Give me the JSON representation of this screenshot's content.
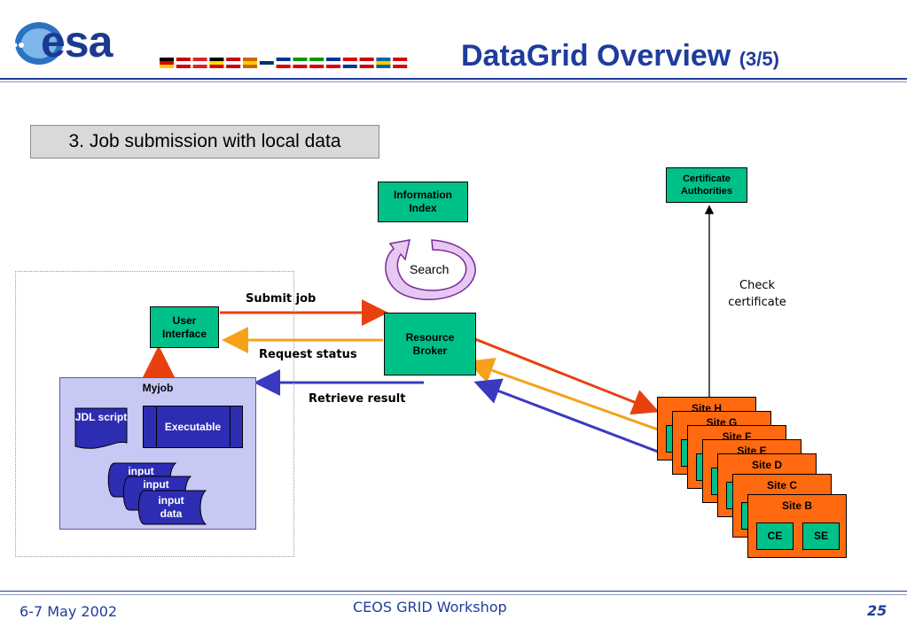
{
  "header": {
    "logo_text": "esa",
    "title": "DataGrid Overview",
    "title_suffix": "(3/5)"
  },
  "subtitle": "3. Job submission with local data",
  "diagram": {
    "information_index": "Information Index",
    "search": "Search",
    "certificate_authorities": "Certificate Authorities",
    "check_certificate": "Check certificate",
    "user_interface": "User Interface",
    "resource_broker": "Resource Broker",
    "submit_job": "Submit job",
    "request_status": "Request status",
    "retrieve_result": "Retrieve result",
    "myjob": {
      "title": "Myjob",
      "jdl_script": "JDL script",
      "executable": "Executable",
      "input_1": "input",
      "input_2": "input",
      "input_data": "input data"
    },
    "sites": [
      "Site H",
      "Site G",
      "Site F",
      "Site E",
      "Site D",
      "Site C",
      "Site B"
    ],
    "ce": "CE",
    "se": "SE",
    "colors": {
      "submit": "#e8410f",
      "status": "#f5a21a",
      "retrieve": "#3a3ac0",
      "green_box": "#00c08a",
      "site_orange": "#ff6a10"
    }
  },
  "footer": {
    "date": "6-7 May 2002",
    "event": "CEOS GRID Workshop",
    "page": "25"
  }
}
